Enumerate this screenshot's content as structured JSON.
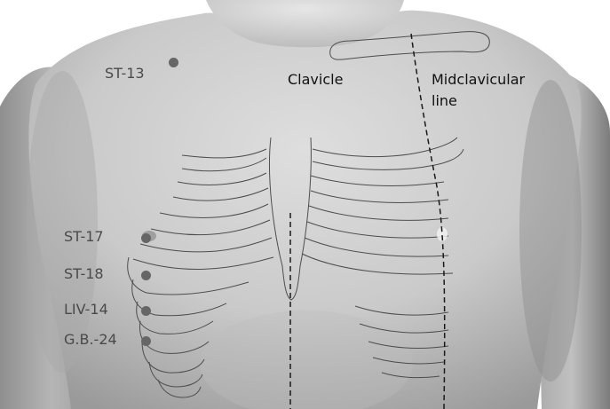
{
  "labels": {
    "clavicle": "Clavicle",
    "midclavicular_line1": "Midclavicular",
    "midclavicular_line2": "line"
  },
  "points": {
    "st13": "ST-13",
    "st17": "ST-17",
    "st18": "ST-18",
    "liv14": "LIV-14",
    "gb24": "G.B.-24"
  },
  "colors": {
    "background": "#ffffff",
    "skin": "#c9c9c9",
    "outline": "#4d4d4d",
    "label_text": "#4a4a4a",
    "point_marker": "#666666"
  }
}
